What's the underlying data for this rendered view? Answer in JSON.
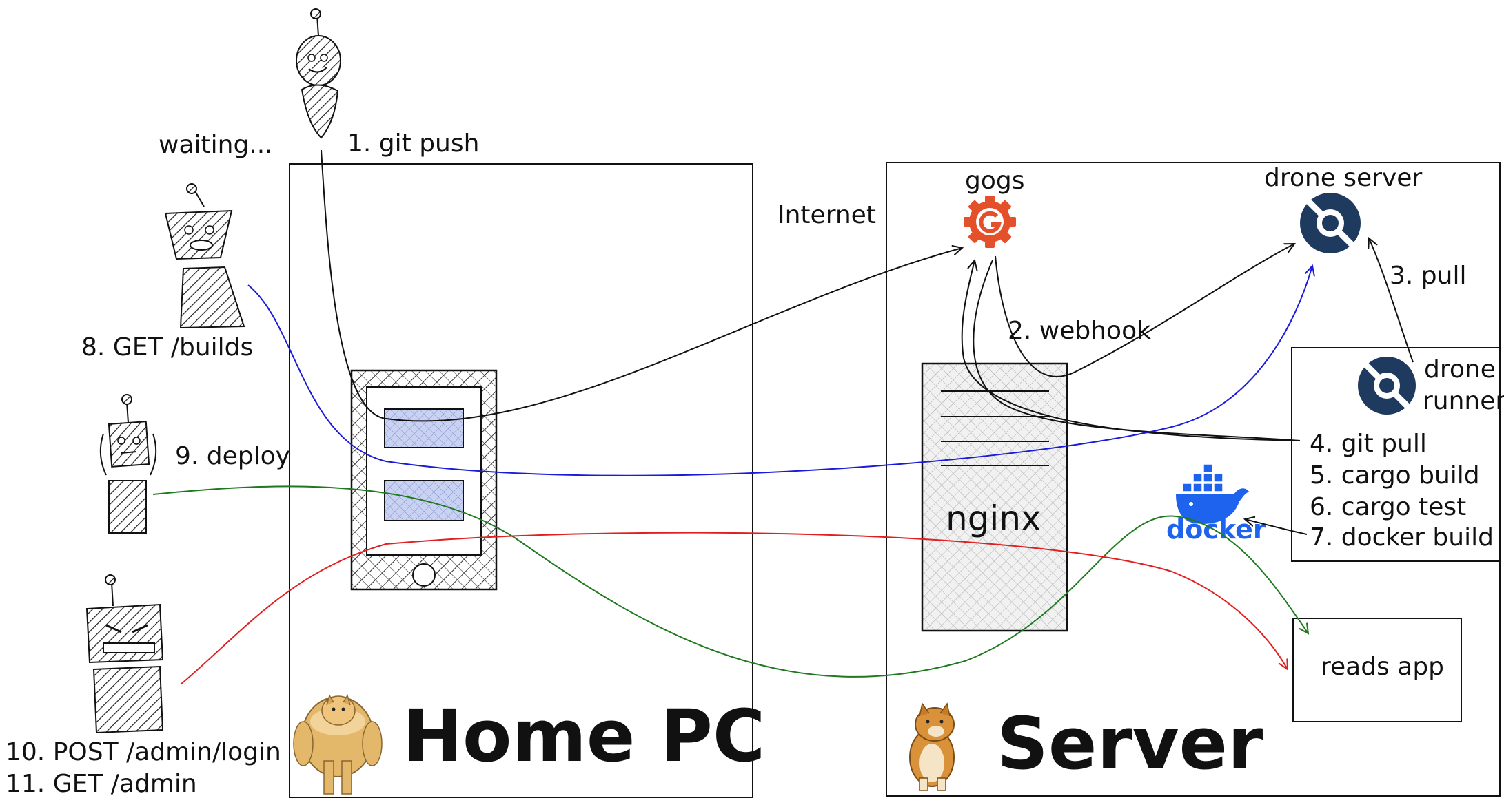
{
  "labels": {
    "git_push": "1. git push",
    "waiting": "waiting...",
    "internet": "Internet",
    "gogs": "gogs",
    "drone_server": "drone server",
    "pull": "3. pull",
    "webhook": "2. webhook",
    "drone_runner_line1": "drone",
    "drone_runner_line2": "runner",
    "get_builds": "8. GET /builds",
    "deploy": "9. deploy",
    "nginx": "nginx",
    "docker": "docker",
    "reads_app": "reads app",
    "home_pc": "Home PC",
    "server": "Server",
    "post_login": "10. POST /admin/login",
    "get_admin": "11. GET /admin"
  },
  "steps": [
    "4. git pull",
    "5. cargo build",
    "6. cargo test",
    "7. docker build"
  ],
  "colors": {
    "ink": "#111111",
    "builds_flow": "#1a1adb",
    "deploy_flow": "#1f7a1f",
    "admin_flow": "#e02020",
    "gogs_icon": "#e4502a",
    "drone_icon": "#1f3a5f",
    "docker_icon": "#1d63ed",
    "screen_fill": "#c9d2f2"
  },
  "icons": [
    "gogs-icon",
    "drone-icon",
    "docker-icon",
    "doge-icon",
    "cheems-icon",
    "robot-icon"
  ]
}
